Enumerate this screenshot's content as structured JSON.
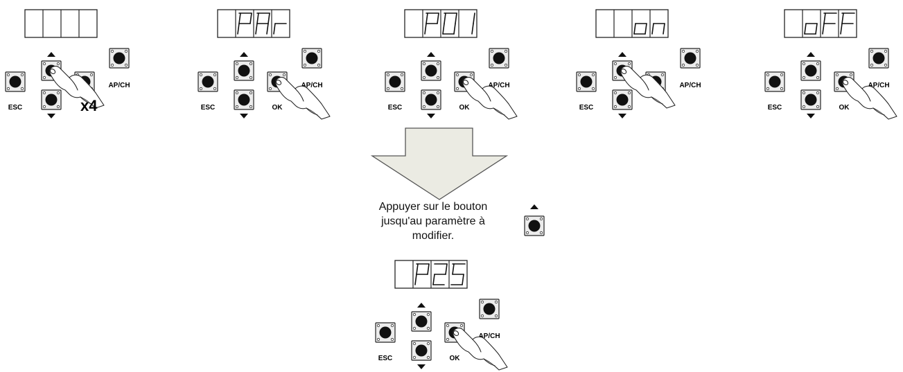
{
  "panels": [
    {
      "id": "step-1",
      "display": [
        "",
        "",
        "",
        ""
      ],
      "pressed": "up",
      "hand": "up",
      "multiplier": "x4",
      "show_ok_label": false
    },
    {
      "id": "step-2",
      "display": [
        "",
        "P",
        "A",
        "r"
      ],
      "pressed": "ok",
      "hand": "ok",
      "multiplier": "",
      "show_ok_label": true
    },
    {
      "id": "step-3",
      "display": [
        "",
        "P",
        "0",
        "1"
      ],
      "pressed": "ok",
      "hand": "ok",
      "multiplier": "",
      "show_ok_label": true
    },
    {
      "id": "step-4",
      "display": [
        "",
        "",
        "o",
        "n"
      ],
      "pressed": "up",
      "hand": "up",
      "multiplier": "",
      "show_ok_label": false
    },
    {
      "id": "step-5",
      "display": [
        "",
        "o",
        "F",
        "F"
      ],
      "pressed": "ok",
      "hand": "ok",
      "multiplier": "",
      "show_ok_label": true
    },
    {
      "id": "step-6",
      "display": [
        "",
        "P",
        "2",
        "5"
      ],
      "pressed": "ok",
      "hand": "ok",
      "multiplier": "",
      "show_ok_label": true
    }
  ],
  "labels": {
    "esc": "ESC",
    "ok": "OK",
    "apch": "AP/CH"
  },
  "caption": {
    "line1": "Appuyer sur le bouton",
    "line2": "jusqu'au paramètre à",
    "line3": "modifier."
  },
  "colors": {
    "arrow_fill": "#ebebe3",
    "arrow_stroke": "#555555",
    "button_plate": "#ececec",
    "button_dot": "#111111"
  },
  "icons": {
    "flow_arrow": "down-arrow-icon",
    "button": "push-button-icon",
    "hand": "pointing-hand-icon"
  }
}
